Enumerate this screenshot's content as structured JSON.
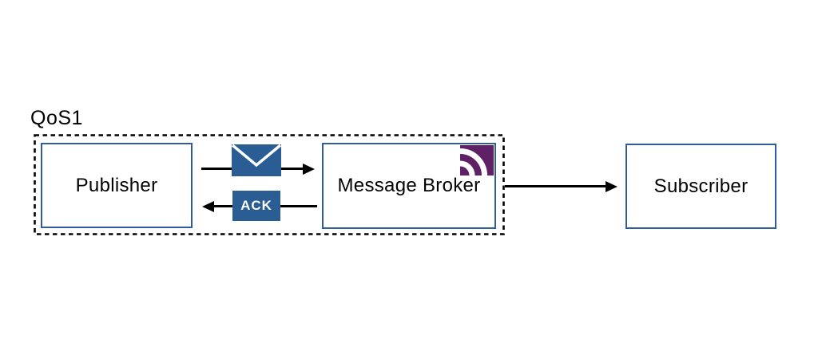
{
  "diagram": {
    "group_label": "QoS1",
    "nodes": {
      "publisher": {
        "label": "Publisher"
      },
      "broker": {
        "label": "Message Broker",
        "icon": "mqtt-signal-icon"
      },
      "subscriber": {
        "label": "Subscriber"
      }
    },
    "messages": {
      "publish_icon": "envelope-icon",
      "ack_label": "ACK"
    },
    "flows": [
      {
        "from": "publisher",
        "to": "broker",
        "symbol": "envelope"
      },
      {
        "from": "broker",
        "to": "publisher",
        "symbol": "ACK"
      },
      {
        "from": "broker",
        "to": "subscriber",
        "symbol": "arrow"
      }
    ]
  },
  "colors": {
    "node-border": "#2e5c9c",
    "fill-blue": "#2a5d94",
    "mqtt-purple": "#5e2166",
    "line-black": "#000000"
  }
}
